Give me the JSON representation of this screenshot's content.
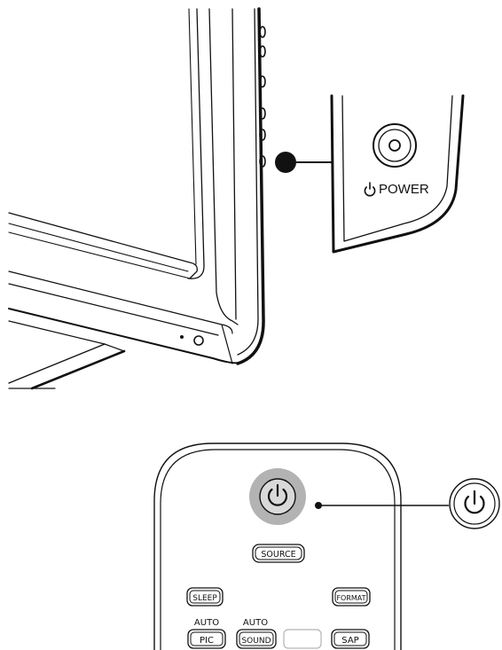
{
  "tv_panel": {
    "power_label": "POWER"
  },
  "remote": {
    "buttons": {
      "source": "SOURCE",
      "sleep": "SLEEP",
      "format": "FORMAT",
      "auto_pic_top": "AUTO",
      "pic": "PIC",
      "auto_sound_top": "AUTO",
      "sound": "SOUND",
      "sap": "SAP"
    }
  },
  "colors": {
    "line": "#111111",
    "power_ring_gray": "#b3b3b3"
  }
}
